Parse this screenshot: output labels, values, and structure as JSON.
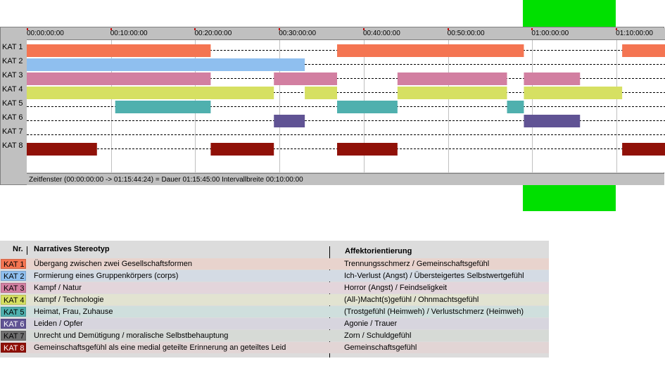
{
  "highlight": {
    "color": "#00e000",
    "start_seconds": 3540,
    "end_seconds": 4200
  },
  "timeline": {
    "tick_labels": [
      "00:00:00:00",
      "00:10:00:00",
      "00:20:00:00",
      "00:30:00:00",
      "00:40:00:00",
      "00:50:00:00",
      "01:00:00:00",
      "01:10:00:00"
    ],
    "status": "Zeitfenster (00:00:00:00 -> 01:15:44:24) = Dauer 01:15:45:00     Intervallbreite 00:10:00:00"
  },
  "chart_data": {
    "type": "timeline",
    "x_unit": "seconds",
    "xlim": [
      0,
      4545
    ],
    "interval_seconds": 600,
    "categories": [
      "KAT 1",
      "KAT 2",
      "KAT 3",
      "KAT 4",
      "KAT 5",
      "KAT 6",
      "KAT 7",
      "KAT 8"
    ],
    "colors": [
      "#f47552",
      "#8fbfef",
      "#d27fa1",
      "#d6e062",
      "#4fb0ae",
      "#605394",
      "#707070",
      "#901108"
    ],
    "segments": [
      [
        [
          0,
          1310
        ],
        [
          2210,
          3540
        ],
        [
          4240,
          4545
        ]
      ],
      [
        [
          0,
          1980
        ]
      ],
      [
        [
          0,
          1310
        ],
        [
          1760,
          2210
        ],
        [
          2640,
          3420
        ],
        [
          3540,
          3940
        ]
      ],
      [
        [
          0,
          1760
        ],
        [
          1980,
          2210
        ],
        [
          2640,
          3420
        ],
        [
          3540,
          4240
        ]
      ],
      [
        [
          630,
          1310
        ],
        [
          2210,
          2640
        ],
        [
          3420,
          3540
        ]
      ],
      [
        [
          1760,
          1980
        ],
        [
          3540,
          3940
        ]
      ],
      [],
      [
        [
          0,
          500
        ],
        [
          1310,
          1760
        ],
        [
          2210,
          2640
        ],
        [
          4240,
          4545
        ]
      ]
    ]
  },
  "legend": {
    "header_nr": "Nr.",
    "header_stereotype": "Narratives Stereotyp",
    "header_affect": "Affektorientierung",
    "rows": [
      {
        "kat": "KAT 1",
        "color": "#f47552",
        "bg": "#e8d3cd",
        "stereotype": "Übergang zwischen zwei Gesellschaftsformen",
        "affect": "Trennungsschmerz / Gemeinschaftsgefühl"
      },
      {
        "kat": "KAT 2",
        "color": "#8fbfef",
        "bg": "#d4dbe4",
        "stereotype": "Formierung eines Gruppenkörpers (corps)",
        "affect": "Ich-Verlust (Angst) / Übersteigertes Selbstwertgefühl"
      },
      {
        "kat": "KAT 3",
        "color": "#d27fa1",
        "bg": "#e3d5db",
        "stereotype": "Kampf / Natur",
        "affect": "Horror (Angst) / Feindseligkeit"
      },
      {
        "kat": "KAT 4",
        "color": "#d6e062",
        "bg": "#e2e3d1",
        "stereotype": "Kampf / Technologie",
        "affect": "(All-)Macht(s)gefühl / Ohnmachtsgefühl"
      },
      {
        "kat": "KAT 5",
        "color": "#4fb0ae",
        "bg": "#cfdfdd",
        "stereotype": "Heimat, Frau, Zuhause",
        "affect": "(Trostgefühl (Heimweh) / Verlustschmerz (Heimweh)"
      },
      {
        "kat": "KAT 6",
        "color": "#605394",
        "bg": "#d7d5de",
        "stereotype": "Leiden / Opfer",
        "affect": "Agonie / Trauer"
      },
      {
        "kat": "KAT 7",
        "color": "#707070",
        "bg": "#d6dad6",
        "stereotype": "Unrecht und Demütigung / moralische Selbstbehauptung",
        "affect": "Zorn / Schuldgefühl"
      },
      {
        "kat": "KAT 8",
        "color": "#901108",
        "bg": "#e2d5d5",
        "stereotype": "Gemeinschaftsgefühl als eine medial geteilte Erinnerung an geteiltes Leid",
        "affect": "Gemeinschaftsgefühl"
      }
    ]
  }
}
